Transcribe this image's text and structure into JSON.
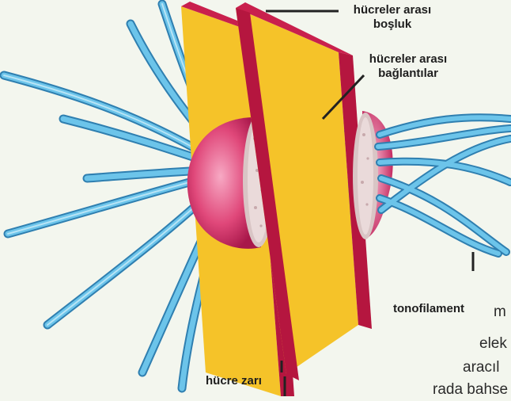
{
  "labels": {
    "intercellular_space_line1": "hücreler arası",
    "intercellular_space_line2": "boşluk",
    "intercellular_junctions_line1": "hücreler arası",
    "intercellular_junctions_line2": "bağlantılar",
    "tonofilament": "tonofilament",
    "cell_membrane": "hücre zarı"
  },
  "body_text_fragments": [
    "m",
    "elek",
    "aracıl",
    "rada bahse"
  ],
  "colors": {
    "background": "#f3f6ee",
    "membrane_plate": "#f5c329",
    "membrane_edge": "#b5163f",
    "plaque": "#e0487a",
    "filament": "#5ab8e0",
    "filament_outline": "#2f7fb0",
    "junction_lines": "#2bb0d6"
  }
}
